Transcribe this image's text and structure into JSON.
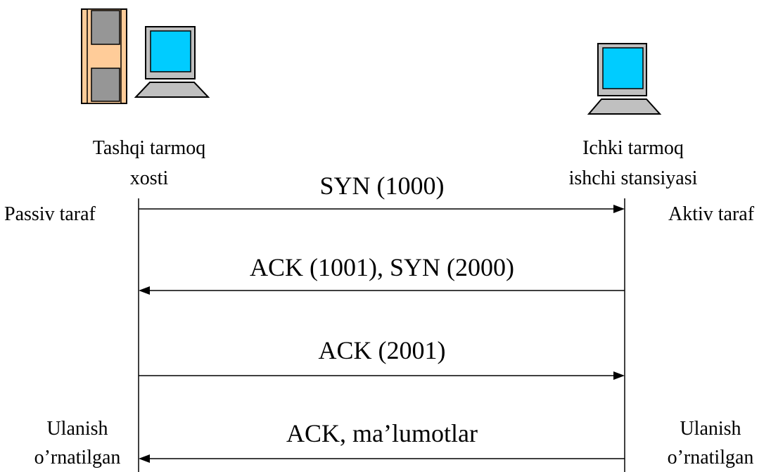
{
  "left_host": {
    "line1": "Tashqi tarmoq",
    "line2": "xosti",
    "role": "Passiv taraf",
    "status_line1": "Ulanish",
    "status_line2": "o’rnatilgan"
  },
  "right_host": {
    "line1": "Ichki tarmoq",
    "line2": "ishchi stansiyasi",
    "role": "Aktiv taraf",
    "status_line1": "Ulanish",
    "status_line2": "o’rnatilgan"
  },
  "messages": [
    {
      "label": "SYN (1000)",
      "direction": "right"
    },
    {
      "label": "ACK (1001), SYN (2000)",
      "direction": "left"
    },
    {
      "label": "ACK (2001)",
      "direction": "right"
    },
    {
      "label": "ACK, ma’lumotlar",
      "direction": "left"
    }
  ],
  "colors": {
    "screen": "#00ccff",
    "monitor_body": "#c0c0c0",
    "server_frame": "#ffcc99",
    "server_panel": "#969696"
  },
  "icons": [
    "server-tower-icon",
    "workstation-icon"
  ]
}
